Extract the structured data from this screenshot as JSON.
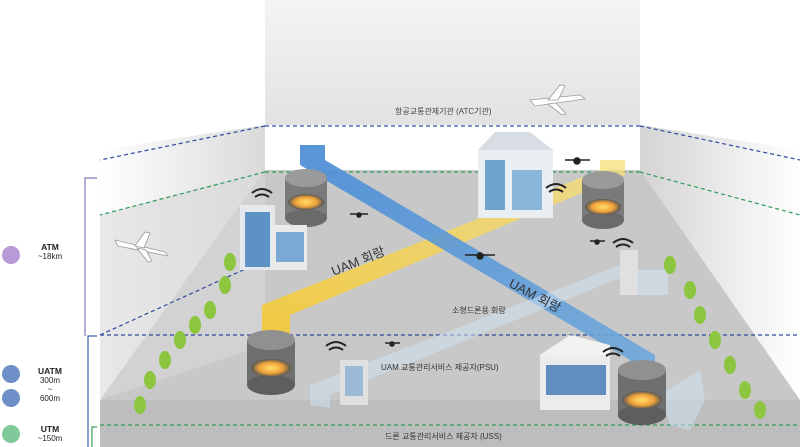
{
  "zones": {
    "atc": "항공교통관제기관 (ATC기관)",
    "psu": "UAM 교통관리서비스 제공자(PSU)",
    "uss": "드론 교통관리서비스 제공자 (USS)"
  },
  "corridors": {
    "uam_yellow": "UAM 회랑",
    "uam_blue": "UAM 회랑",
    "small_drone": "소형드론용 회랑"
  },
  "legend": [
    {
      "name": "ATM",
      "range": "~18km",
      "color": "#b89ad6",
      "icon": "helicopter-icon"
    },
    {
      "name": "UATM",
      "range_top": "300m",
      "range_mid": "~",
      "range_bottom": "600m",
      "color": "#6f8fc8",
      "icon": "air-taxi-icon"
    },
    {
      "name": "UTM",
      "range": "~150m",
      "color": "#7fc99a",
      "icon": "drone-icon"
    }
  ],
  "colors": {
    "atc_line": "#2f4a9e",
    "uss_line": "#2e9a5a",
    "bracket_atm": "#8a77b8",
    "bracket_uatm": "#3f5fa8",
    "bracket_utm": "#3a9a5e",
    "yellow_corridor": "#f3cf3a",
    "blue_corridor": "#5d9bd8"
  }
}
